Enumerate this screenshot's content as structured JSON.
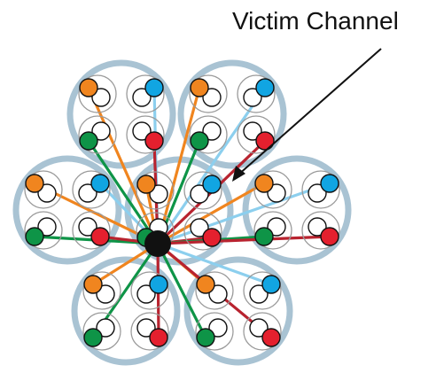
{
  "annotation": {
    "label": "Victim Channel"
  },
  "colors": {
    "bundle_ring": "#a9c3d3",
    "orange": "#f0851f",
    "blue": "#11a5e2",
    "green": "#0e9447",
    "red": "#e4202e",
    "light_blue_line": "#8ccfee",
    "dark_red_line": "#b8232f",
    "hub": "#111111"
  },
  "diagram": {
    "bundle_count": 7,
    "pairs_per_bundle": 4,
    "pair_colors": [
      "orange",
      "blue",
      "green",
      "red"
    ],
    "center_node": "hub",
    "highlighted_target": "victim-channel"
  }
}
